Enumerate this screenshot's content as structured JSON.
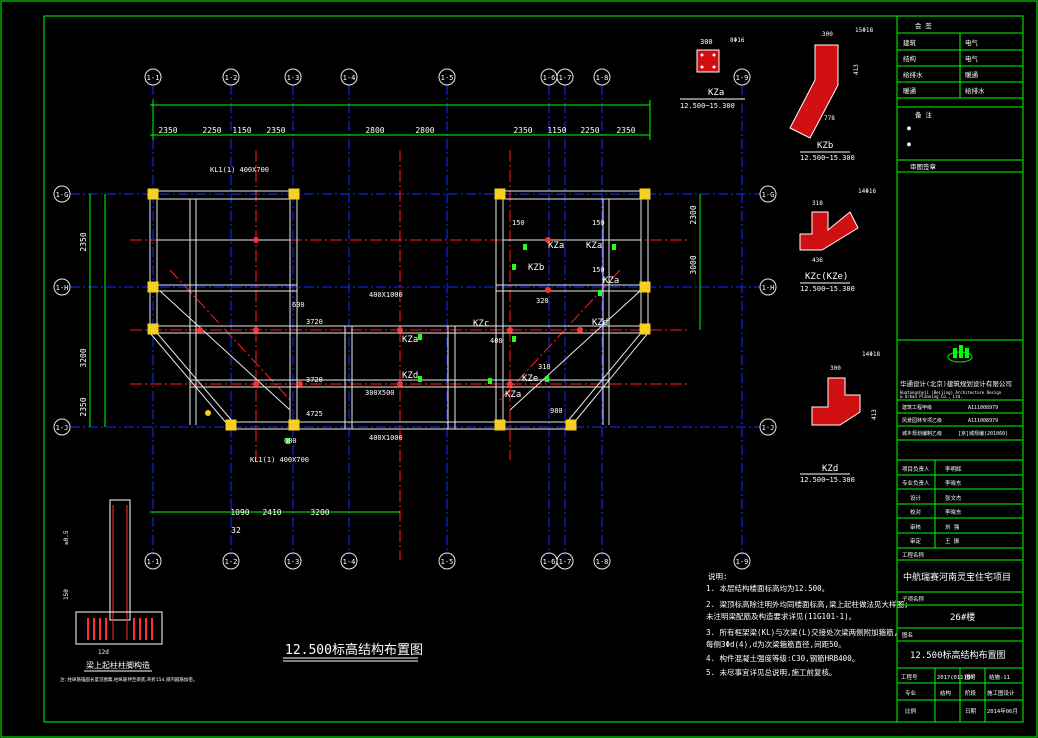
{
  "colors": {
    "frame": "#00ff00",
    "axis": "#ff0000",
    "grid_blue": "#0000ff",
    "beam": "#ffffff",
    "text": "#ffffff",
    "dim": "#00ff00",
    "hatch": "#ff0000",
    "column_fill": "#f5d020"
  },
  "axes": {
    "columns": [
      "1-1",
      "1-2",
      "1-3",
      "1-4",
      "1-5",
      "1-6",
      "1-7",
      "1-8",
      "1-9"
    ],
    "rows": [
      "1-G",
      "1-H",
      "1-J"
    ]
  },
  "dims": {
    "top": [
      "2350",
      "2250",
      "1150",
      "2350",
      "2800",
      "2800",
      "2350",
      "1150",
      "2250",
      "2350"
    ],
    "left": [
      "2350",
      "3200",
      "2350"
    ],
    "right": [
      "2300",
      "3000"
    ],
    "bottom": [
      "1090",
      "2410",
      "3200"
    ],
    "bottom_extra": "32"
  },
  "labels": {
    "kza": "KZa",
    "kzb": "KZb",
    "kzc": "KZc",
    "kzd": "KZd",
    "kze": "KZe",
    "beam_size": "400X1000",
    "beam_small": "300X500",
    "dim_150": "150",
    "dim_320": "320",
    "dim_3720": "3720",
    "dim_4725": "4725",
    "dim_600": "600",
    "dim_980": "980",
    "dim_318": "318",
    "dim_400": "400",
    "beam_tag": "KL1(1) 400X700"
  },
  "details": {
    "kza_title": "KZa",
    "kza_range": "12.500~15.300",
    "kza_size": "300",
    "kza_rebar": "8Φ16",
    "kzb_title": "KZb",
    "kzb_range": "12.500~15.300",
    "kzb_rebar": "15Φ18",
    "kzb_d1": "300",
    "kzb_d2": "413",
    "kzb_d3": "778",
    "kzc_title": "KZc(KZe)",
    "kzc_range": "12.500~15.300",
    "kzc_rebar": "14Φ16",
    "kzc_d1": "318",
    "kzc_d2": "436",
    "kzd_title": "KZd",
    "kzd_range": "12.500~15.300",
    "kzd_rebar": "14Φ18",
    "kzd_d1": "300",
    "kzd_d2": "413"
  },
  "main_title": "12.500标高结构布置图",
  "section_title": "梁上起柱柱脚构造",
  "section_note": "注: 柱纵筋锚固长度见图集,柱纵筋伸至梁底,弯折15d,梁内箍筋加密。",
  "section_dims": {
    "a": "≥0.5",
    "b": "150",
    "c": "12d"
  },
  "notes": {
    "heading": "说明:",
    "items": [
      "1. 本层结构楼面标高均为12.500。",
      "2. 梁顶标高除注明外均同楼面标高,梁上起柱做法见大样图;",
      "   未注明梁配筋及构造要求详见(11G101-1)。",
      "3. 所有框架梁(KL)与次梁(L)交接处次梁两侧附加箍筋,",
      "   每侧3Φd(4),d为次梁箍筋直径,间距50。",
      "4. 构件混凝土强度等级:C30,钢筋HRB400。",
      "5. 未尽事宜详见总说明,施工前复核。"
    ]
  },
  "title_block": {
    "sign_rows": [
      "会 签",
      "建筑",
      "结构",
      "给排水",
      "暖通",
      "电气"
    ],
    "sign_right": [
      "",
      "电气",
      "暖通",
      "给排水"
    ],
    "remarks_label": "备 注",
    "remarks_marks": [
      "●",
      "●"
    ],
    "stamp_label": "审图签章",
    "company_cn": "华通设计(北京)建筑规划设计有限公司",
    "company_en1": "Huatongsheji (Beijing) Architecture Design",
    "company_en2": "& Urban Planning Co., Ltd.",
    "cert_rows": [
      [
        "建筑工程甲级",
        "A111008979"
      ],
      [
        "风景园林专项乙级",
        "A111008979"
      ],
      [
        "城乡规划编制乙级",
        "[京]城规编(201060)"
      ]
    ],
    "staff": [
      [
        "项目负责人",
        "李明辉"
      ],
      [
        "专业负责人",
        "李晓东"
      ],
      [
        "设计",
        "张文杰"
      ],
      [
        "校对",
        "李晓东"
      ],
      [
        "审核",
        "刘 强"
      ],
      [
        "审定",
        "王 振"
      ]
    ],
    "project_label": "工程名称",
    "project_name": "中航瑞赛河南灵宝住宅项目",
    "sub_label": "子项名称",
    "sub_name": "26#楼",
    "drawing_label": "图名",
    "drawing_name": "12.500标高结构布置图",
    "meta": [
      [
        "工程号",
        "2017(011)80",
        "图号",
        "结施-11"
      ],
      [
        "专业",
        "结构",
        "阶段",
        "施工图设计"
      ],
      [
        "比例",
        "",
        "日期",
        "2014年06月"
      ]
    ]
  }
}
